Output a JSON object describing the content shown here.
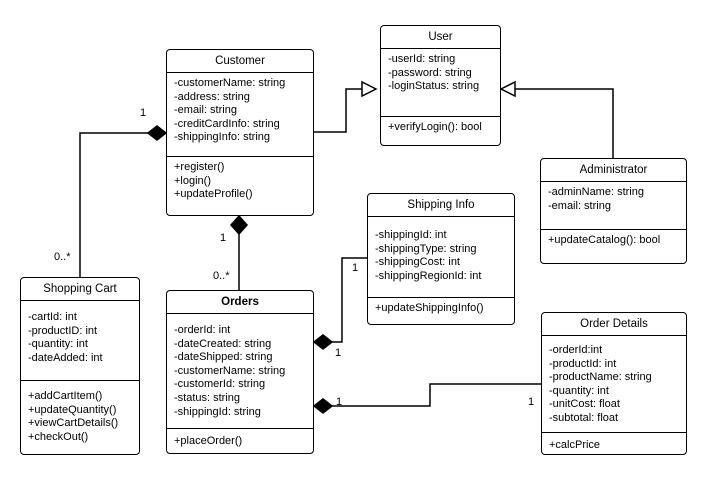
{
  "classes": {
    "customer": {
      "name": "Customer",
      "attributes": [
        "-customerName: string",
        "-address: string",
        "-email: string",
        "-creditCardInfo: string",
        "-shippingInfo: string"
      ],
      "methods": [
        "+register()",
        "+login()",
        "+updateProfile()"
      ]
    },
    "user": {
      "name": "User",
      "attributes": [
        "-userId: string",
        "-password: string",
        "-loginStatus: string"
      ],
      "methods": [
        "+verifyLogin(): bool"
      ]
    },
    "administrator": {
      "name": "Administrator",
      "attributes": [
        "-adminName: string",
        "-email: string"
      ],
      "methods": [
        "+updateCatalog(): bool"
      ]
    },
    "shipping_info": {
      "name": "Shipping Info",
      "attributes": [
        "-shippingId: int",
        "-shippingType: string",
        "-shippingCost: int",
        "-shippingRegionId: int"
      ],
      "methods": [
        "+updateShippingInfo()"
      ]
    },
    "shopping_cart": {
      "name": "Shopping Cart",
      "attributes": [
        "-cartId: int",
        "-productID: int",
        "-quantity: int",
        "-dateAdded: int"
      ],
      "methods": [
        "+addCartItem()",
        "+updateQuantity()",
        "+viewCartDetails()",
        "+checkOut()"
      ]
    },
    "orders": {
      "name": "Orders",
      "attributes": [
        "-orderId: int",
        "-dateCreated: string",
        "-dateShipped: string",
        "-customerName: string",
        "-customerId: string",
        "-status: string",
        "-shippingId: string"
      ],
      "methods": [
        "+placeOrder()"
      ]
    },
    "order_details": {
      "name": "Order Details",
      "attributes": [
        "-orderId:int",
        "-productId: int",
        "-productName: string",
        "-quantity: int",
        "-unitCost: float",
        "-subtotal: float"
      ],
      "methods": [
        "+calcPrice"
      ]
    }
  },
  "multiplicities": {
    "customer_cart_one": "1",
    "customer_cart_many": "0..*",
    "customer_orders_one": "1",
    "customer_orders_many": "0..*",
    "orders_shipping_one": "1",
    "orders_shipping_other": "1",
    "orders_details_one": "1",
    "orders_details_other": "1"
  }
}
